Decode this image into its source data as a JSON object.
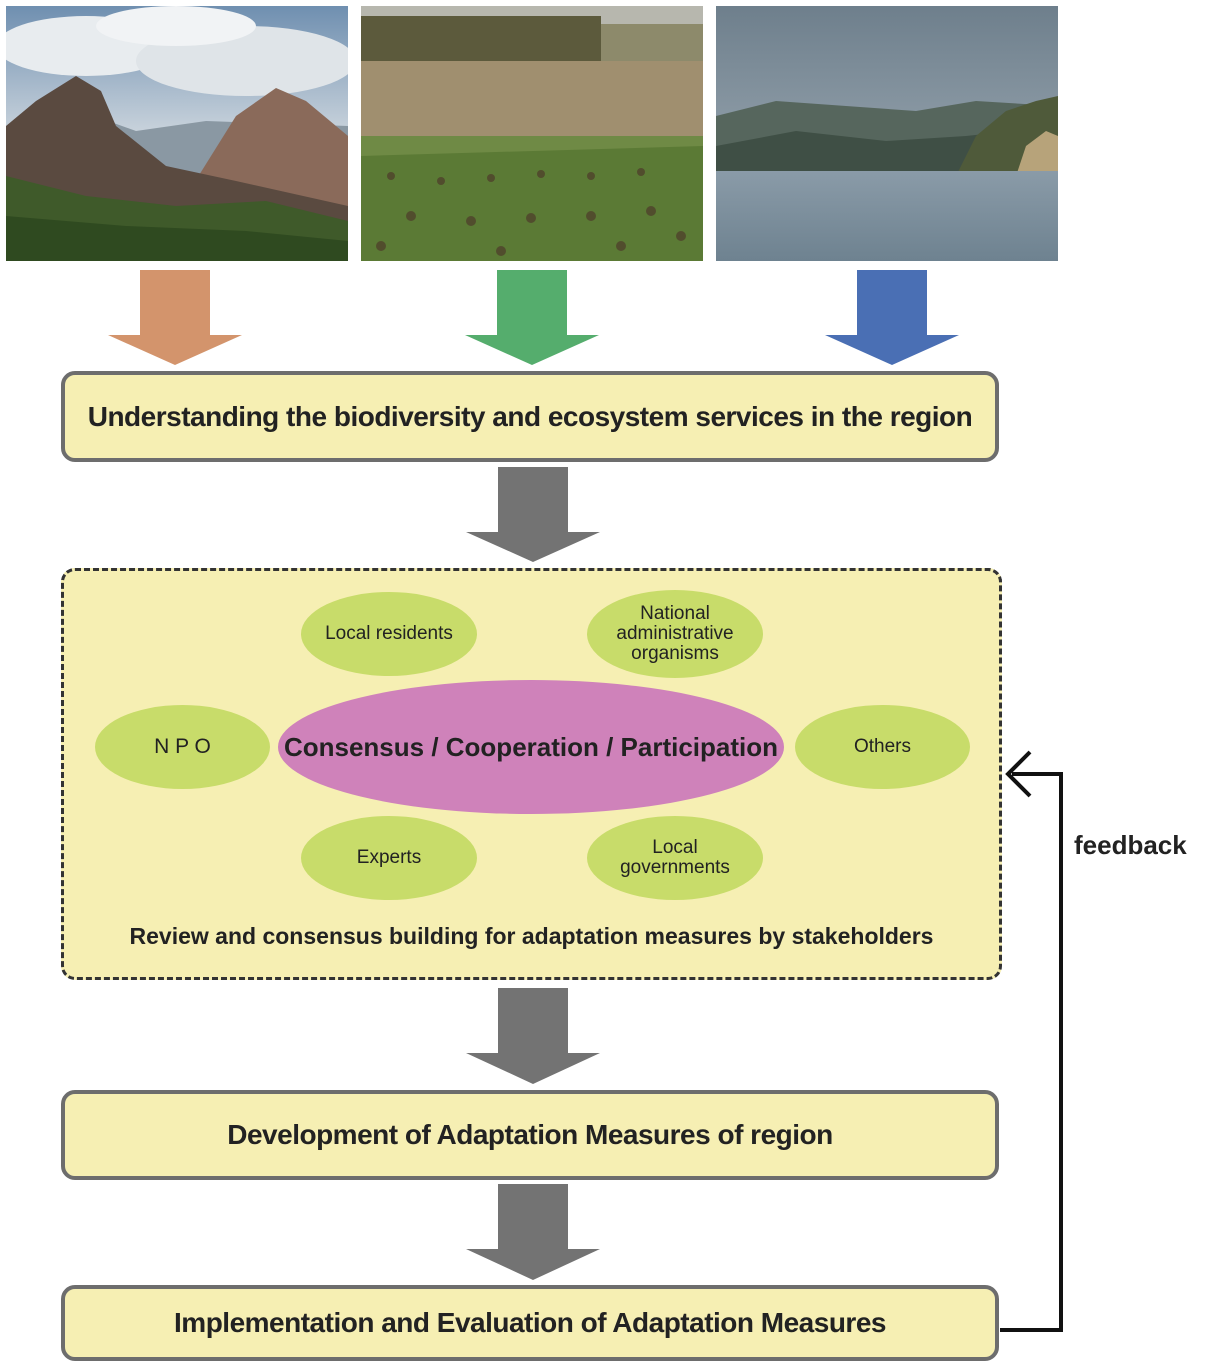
{
  "photos": [
    {
      "name": "mountain-photo",
      "icon": "mountain-landscape"
    },
    {
      "name": "rice-field-photo",
      "icon": "farmland-landscape"
    },
    {
      "name": "lake-photo",
      "icon": "lake-landscape"
    }
  ],
  "colors": {
    "arrow_left": "#d3946c",
    "arrow_middle": "#55ad6d",
    "arrow_right": "#4a6fb4",
    "arrow_gray": "#737373",
    "box_fill": "#f6efb3",
    "stakeholder_fill": "#c8dc6a",
    "center_fill": "#cf82ba"
  },
  "step1": {
    "label": "Understanding the biodiversity and ecosystem services in the region"
  },
  "stakeholders": {
    "center": "Consensus / Cooperation / Participation",
    "local_residents": "Local residents",
    "national": [
      "National",
      "administrative",
      "organisms"
    ],
    "npo": "N P O",
    "others": "Others",
    "experts": "Experts",
    "local_governments": [
      "Local",
      "governments"
    ],
    "caption": "Review and consensus building for adaptation measures by stakeholders"
  },
  "step3": {
    "label": "Development of  Adaptation Measures of region"
  },
  "step4": {
    "label": "Implementation and Evaluation of Adaptation Measures"
  },
  "feedback": {
    "label": "feedback"
  }
}
